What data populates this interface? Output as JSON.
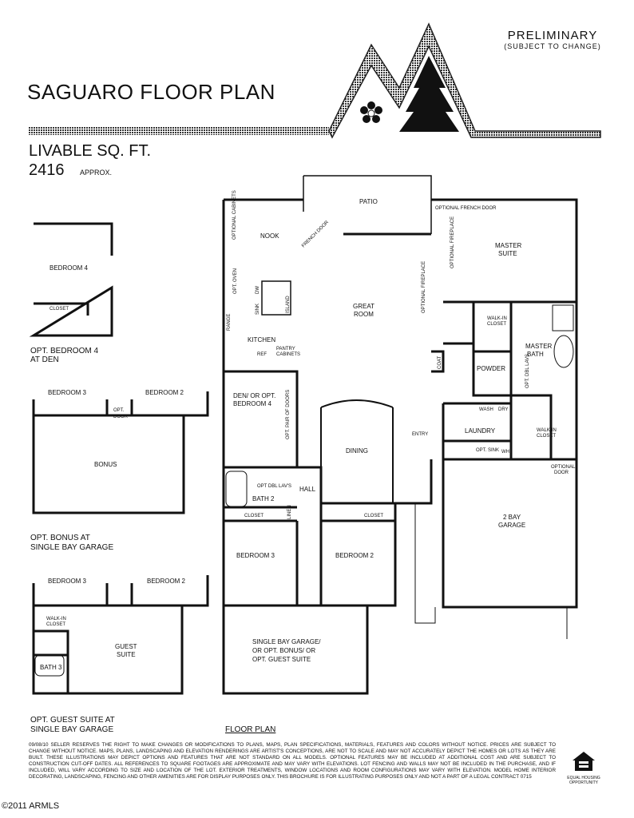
{
  "header": {
    "title": "SAGUARO FLOOR PLAN",
    "preliminary": "PRELIMINARY",
    "subject_to_change": "(SUBJECT TO CHANGE)"
  },
  "stats": {
    "livable_label": "LIVABLE SQ. FT.",
    "sqft": "2416",
    "approx": "APPROX."
  },
  "main_plan": {
    "caption": "FLOOR PLAN",
    "rooms": {
      "patio": "PATIO",
      "nook": "NOOK",
      "optional_cabinets": "OPTIONAL CABINETS",
      "opt_oven": "OPT. OVEN",
      "french_door": "FRENCH DOOR",
      "optional_french_door": "OPTIONAL FRENCH DOOR",
      "master_suite_1": "MASTER",
      "master_suite_2": "SUITE",
      "optional_fireplace": "OPTIONAL FIREPLACE",
      "optional_fireplace_2": "OPTIONAL FIREPLACE",
      "great_room_1": "GREAT",
      "great_room_2": "ROOM",
      "sink": "SINK",
      "dw": "DW",
      "island": "ISLAND",
      "range": "RANGE",
      "kitchen": "KITCHEN",
      "pantry_1": "PANTRY",
      "pantry_2": "CABINETS",
      "ref": "REF",
      "walk_in_closet_1": "WALK-IN",
      "walk_in_closet_2": "CLOSET",
      "master_bath_1": "MASTER",
      "master_bath_2": "BATH",
      "coat": "COAT",
      "powder": "POWDER",
      "opt_dbl_lavs": "OPT. DBL LAVS",
      "den_1": "DEN/ OR OPT.",
      "den_2": "BEDROOM 4",
      "opt_pair_doors": "OPT. PAIR OF DOORS",
      "wash": "WASH",
      "dry": "DRY",
      "laundry": "LAUNDRY",
      "entry": "ENTRY",
      "opt_sink": "OPT. SINK",
      "wh": "WH",
      "walk_in_closet2_1": "WALK-IN",
      "walk_in_closet2_2": "CLOSET",
      "optional_door_1": "OPTIONAL",
      "optional_door_2": "DOOR",
      "dining": "DINING",
      "opt_dbl_lavs_2": "OPT DBL LAV'S",
      "bath_2": "BATH 2",
      "hall": "HALL",
      "garage_1": "2 BAY",
      "garage_2": "GARAGE",
      "closet_a": "CLOSET",
      "linen": "LINEN",
      "closet_b": "CLOSET",
      "bedroom_3": "BEDROOM 3",
      "bedroom_2": "BEDROOM 2",
      "single_bay_1": "SINGLE BAY GARAGE/",
      "single_bay_2": "OR OPT. BONUS/ OR",
      "single_bay_3": "OPT. GUEST SUITE"
    }
  },
  "alt_bedroom4": {
    "bedroom": "BEDROOM 4",
    "closet": "CLOSET",
    "caption_1": "OPT. BEDROOM 4",
    "caption_2": "AT DEN"
  },
  "alt_bonus": {
    "bedroom_3": "BEDROOM 3",
    "bedroom_2": "BEDROOM 2",
    "opt_door_1": "OPT.",
    "opt_door_2": "DOOR",
    "bonus": "BONUS",
    "caption_1": "OPT. BONUS AT",
    "caption_2": "SINGLE BAY GARAGE"
  },
  "alt_guest": {
    "bedroom_3": "BEDROOM 3",
    "bedroom_2": "BEDROOM 2",
    "walk_in_1": "WALK-IN",
    "walk_in_2": "CLOSET",
    "guest_1": "GUEST",
    "guest_2": "SUITE",
    "bath_3": "BATH 3",
    "caption_1": "OPT. GUEST SUITE AT",
    "caption_2": "SINGLE BAY GARAGE"
  },
  "footer": {
    "disclaimer": "09/08/10 SELLER RESERVES THE RIGHT TO MAKE CHANGES OR MODIFICATIONS TO PLANS, MAPS, PLAN SPECIFICATIONS, MATERIALS, FEATURES AND COLORS WITHOUT NOTICE. PRICES ARE SUBJECT TO CHANGE WITHOUT NOTICE. MAPS, PLANS, LANDSCAPING AND ELEVATION RENDERINGS ARE ARTIST'S CONCEPTIONS, ARE NOT TO SCALE AND MAY NOT ACCURATELY DEPICT THE HOMES OR LOTS AS THEY ARE BUILT. THESE ILLUSTRATIONS MAY DEPICT OPTIONS AND FEATURES THAT ARE NOT STANDARD ON ALL MODELS. OPTIONAL FEATURES MAY BE INCLUDED AT ADDITIONAL COST AND ARE SUBJECT TO CONSTRUCTION CUT-OFF DATES. ALL REFERENCES TO SQUARE FOOTAGES ARE APPROXIMATE AND MAY VARY WITH ELEVATIONS. LOT FENCING AND WALLS MAY NOT BE INCLUDED IN THE PURCHASE, AND IF INCLUDED, WILL VARY ACCORDING TO SIZE AND LOCATION OF THE LOT. EXTERIOR TREATMENTS, WINDOW LOCATIONS AND ROOM CONFIGURATIONS MAY VARY WITH ELEVATION. MODEL HOME INTERIOR DECORATING, LANDSCAPING, FENCING AND OTHER AMENITIES ARE FOR DISPLAY PURPOSES ONLY. THIS BROCHURE IS FOR ILLUSTRATING PURPOSES ONLY AND NOT A PART OF A LEGAL CONTRACT 0715",
    "equal_housing": "EQUAL HOUSING OPPORTUNITY",
    "copyright": "©2011 ARMLS"
  }
}
